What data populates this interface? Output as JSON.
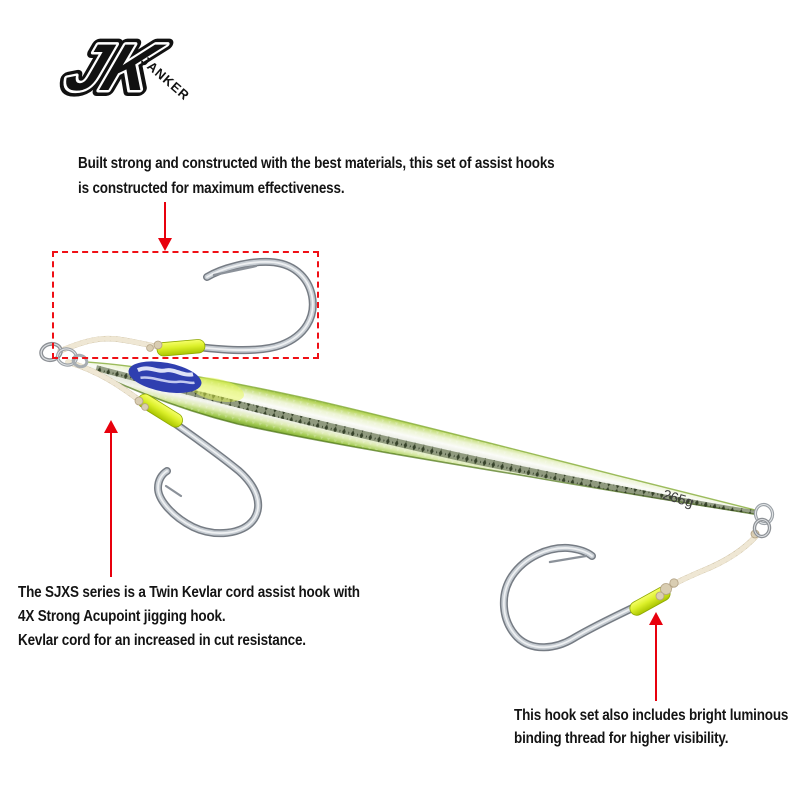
{
  "brand": {
    "initials": "JK",
    "name": "JANKER"
  },
  "jig": {
    "weight_label": "265g"
  },
  "annotations": {
    "top": {
      "lines": [
        "Built strong and constructed with the best materials, this set of assist hooks",
        "is constructed for maximum effectiveness."
      ]
    },
    "left": {
      "lines": [
        "The SJXS series is a Twin Kevlar cord assist hook with",
        "4X Strong Acupoint jigging hook.",
        "Kevlar cord for an increased in cut resistance."
      ]
    },
    "bottom_right": {
      "lines": [
        "This hook set also includes bright luminous",
        "binding thread for higher visibility."
      ]
    }
  },
  "colors": {
    "accent_red": "#e8000d",
    "text_black": "#141414",
    "logo_black": "#111111",
    "luminous_yellow": "#dcf02a",
    "jig_green": "#8cbc3a",
    "cord_beige": "#d6c9ae",
    "badge_blue": "#2f3fb0",
    "hook_silver": "#c6ccd2"
  }
}
